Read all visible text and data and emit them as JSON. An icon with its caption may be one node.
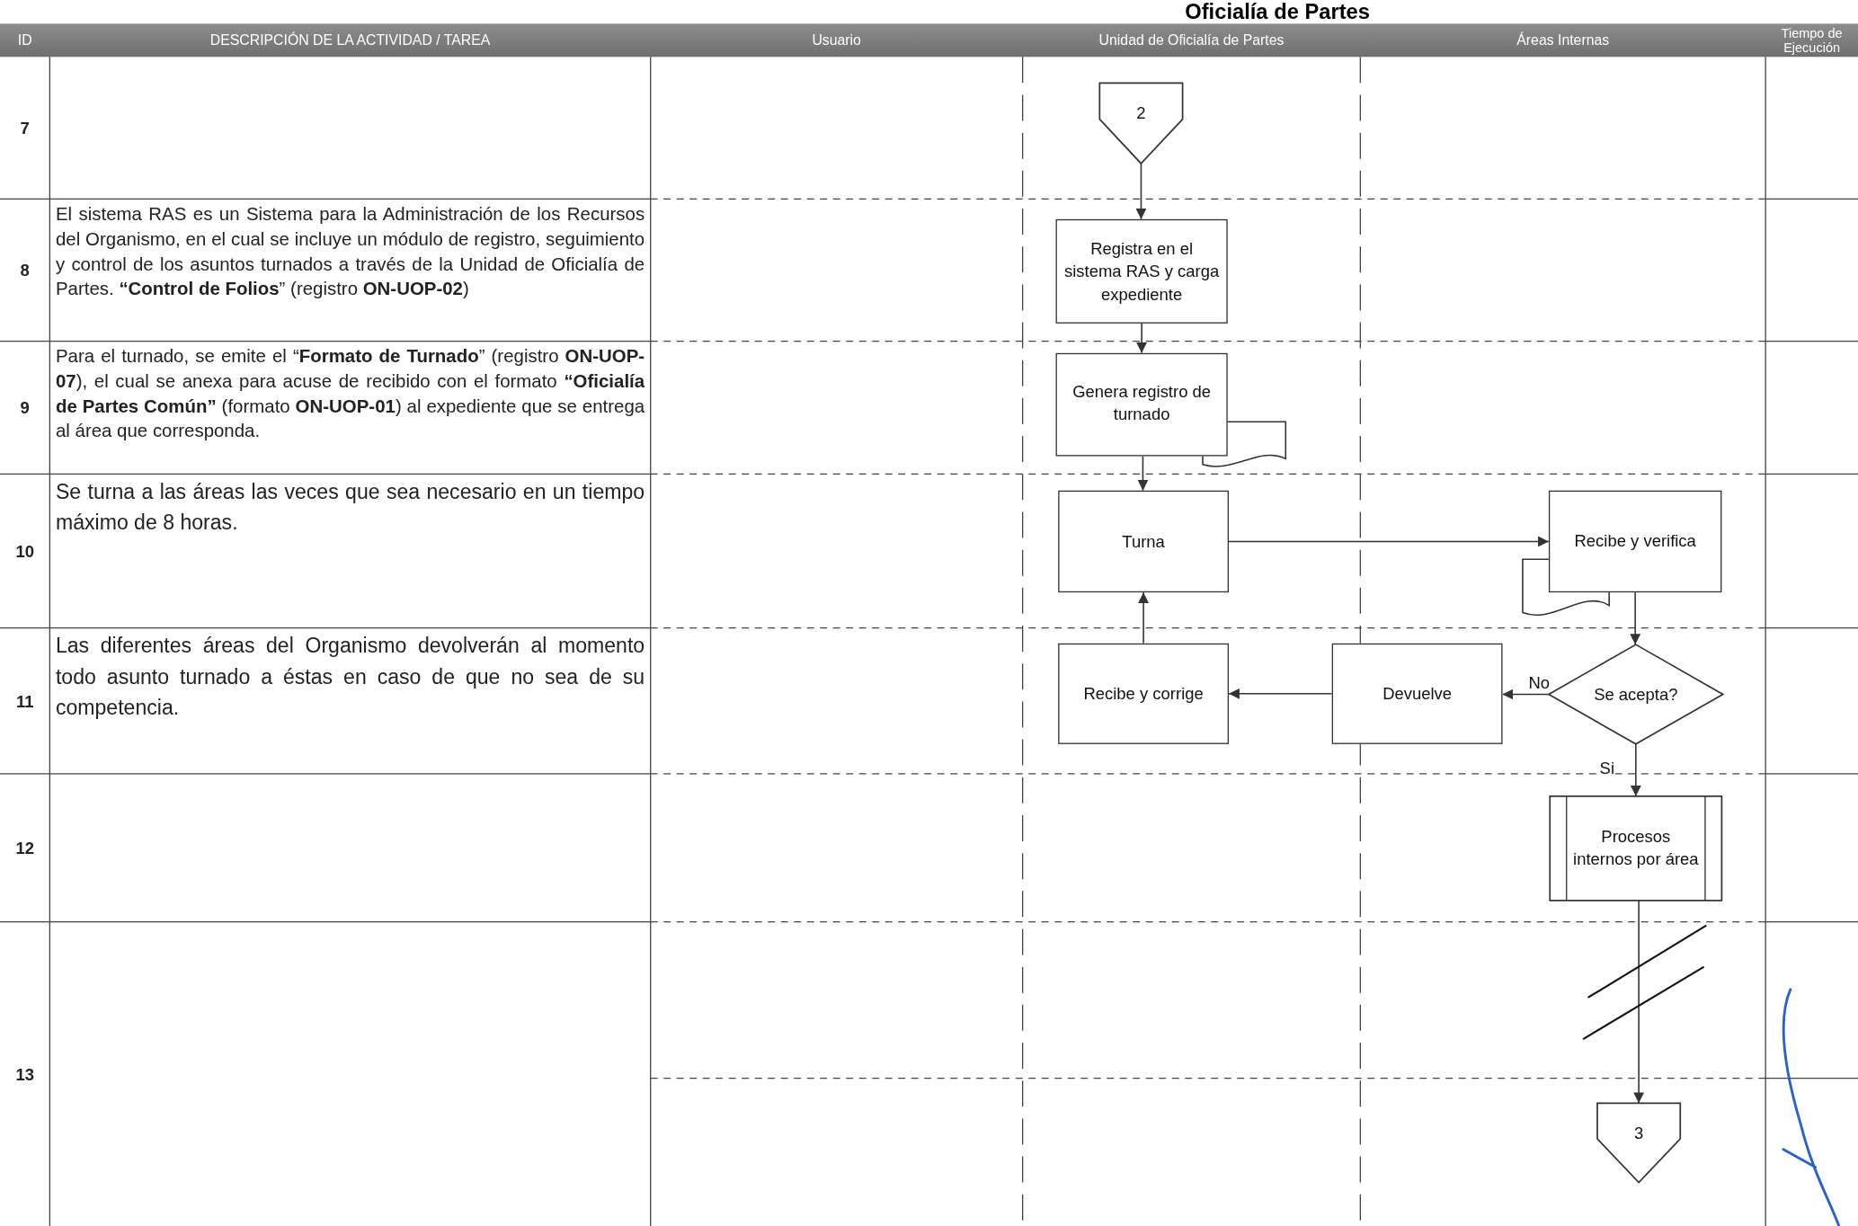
{
  "diagram": {
    "title": "Oficialía de Partes",
    "nodes": [
      {
        "text": [
          "2"
        ]
      },
      {
        "text": [
          "Registra en el sistema RAS y carga expediente"
        ]
      },
      {
        "text": [
          "Genera registro de turnado"
        ]
      },
      {
        "text": [
          "Turna"
        ]
      },
      {
        "text": [
          "Recibe y verifica"
        ]
      },
      {
        "text": [
          "Se acepta?"
        ]
      },
      {
        "text": [
          "Devuelve"
        ]
      },
      {
        "text": [
          "Recibe y corrige"
        ]
      },
      {
        "text": [
          "Procesos internos por área"
        ]
      },
      {
        "text": [
          "3"
        ]
      }
    ],
    "edges": [
      {
        "from": 0,
        "to": 1,
        "arrow": "to"
      },
      {
        "from": 1,
        "to": 2,
        "arrow": "to"
      },
      {
        "from": 2,
        "to": 3,
        "arrow": "to"
      },
      {
        "from": 3,
        "to": 4,
        "arrow": "to"
      },
      {
        "from": 4,
        "to": 5,
        "arrow": "to"
      },
      {
        "from": 5,
        "to": 6,
        "arrow": "to",
        "label": "No"
      },
      {
        "from": 6,
        "to": 7,
        "arrow": "to"
      },
      {
        "from": 7,
        "to": 3,
        "arrow": "to"
      },
      {
        "from": 5,
        "to": 8,
        "arrow": "to",
        "label": "Si"
      },
      {
        "from": 8,
        "to": 9,
        "arrow": "to"
      }
    ],
    "labels": [
      "ID",
      "DESCRIPCIÓN DE LA ACTIVIDAD / TAREA",
      "Usuario",
      "Unidad de Oficialía de Partes",
      "Áreas Internas",
      "Tiempo de Ejecución",
      "7",
      "8",
      "El sistema RAS es un Sistema para la Administración de los Recursos del Organismo, en el cual se incluye un módulo de registro, seguimiento y control de los asuntos turnados a través de la Unidad de Oficialía de Partes. **“Control de Folios**” (registro **ON-UOP-02**)",
      "9",
      "Para el turnado, se emite el “**Formato de Turnado**” (registro **ON-UOP-07**), el cual se anexa para acuse de recibido con el formato **“Oficialía de Partes Común”** (formato **ON-UOP-01**) al expediente que se entrega al área que corresponda.",
      "10",
      "Se turna a las áreas las veces que sea necesario en un tiempo máximo de 8 horas.",
      "11",
      "Las diferentes áreas del Organismo devolverán al momento todo asunto turnado a éstas en caso de que no sea de su competencia.",
      "12",
      "13"
    ]
  }
}
